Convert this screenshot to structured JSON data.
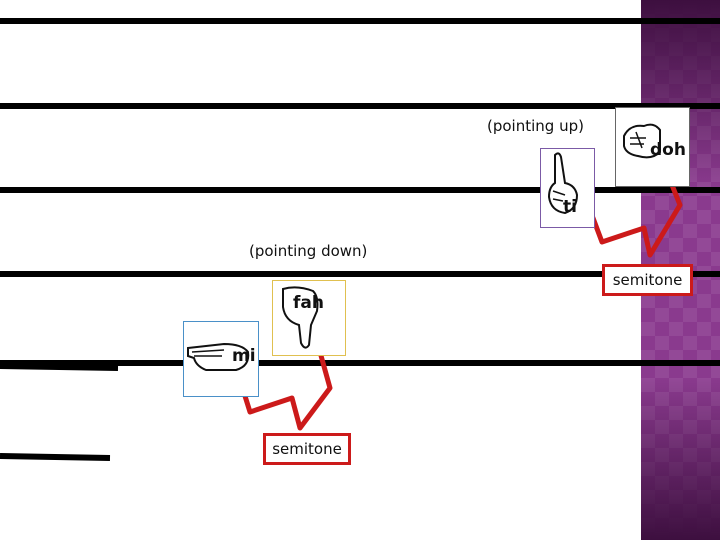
{
  "annotations": {
    "pointing_up": "(pointing up)",
    "pointing_down": "(pointing down)",
    "semitone_upper": "semitone",
    "semitone_lower": "semitone"
  },
  "hand_signs": [
    {
      "syllable": "doh",
      "gesture": "fist"
    },
    {
      "syllable": "ti",
      "gesture": "pointing up"
    },
    {
      "syllable": "fah",
      "gesture": "thumb down"
    },
    {
      "syllable": "mi",
      "gesture": "flat hand"
    }
  ],
  "colors": {
    "staff_line": "#000000",
    "bracket": "#cc1a1a",
    "side_panel": "#8a3a8e",
    "doh_border": "#666666",
    "ti_border": "#7b5aa6",
    "fah_border": "#e0c050",
    "mi_border": "#4a90c8"
  }
}
